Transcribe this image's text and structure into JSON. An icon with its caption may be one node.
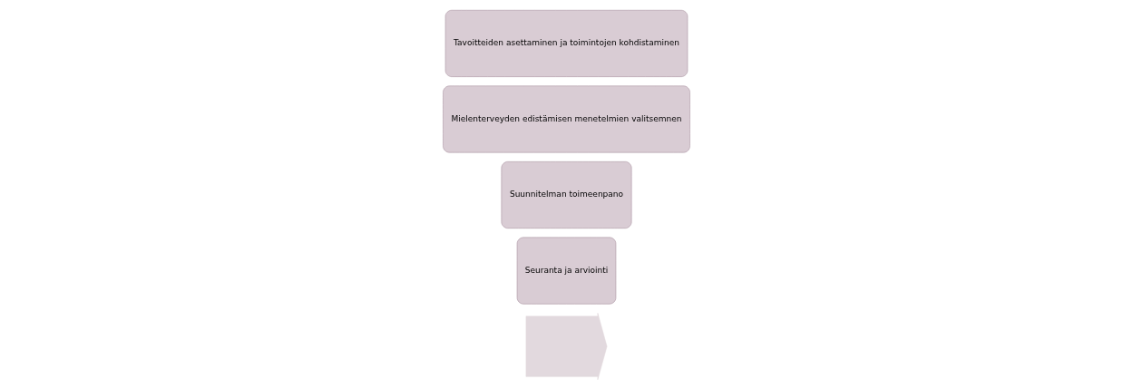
{
  "diagram": {
    "nodes": [
      {
        "text": [],
        "shape": "arrow"
      },
      {
        "text": [
          "Tavoitteiden asettaminen ja toimintojen kohdistaminen"
        ]
      },
      {
        "text": [
          "Mielenterveyden edistämisen menetelmien valitsemnen"
        ]
      },
      {
        "text": [
          "Suunnitelman toimeenpano"
        ]
      },
      {
        "text": [
          "Seuranta ja arviointi"
        ]
      }
    ]
  }
}
